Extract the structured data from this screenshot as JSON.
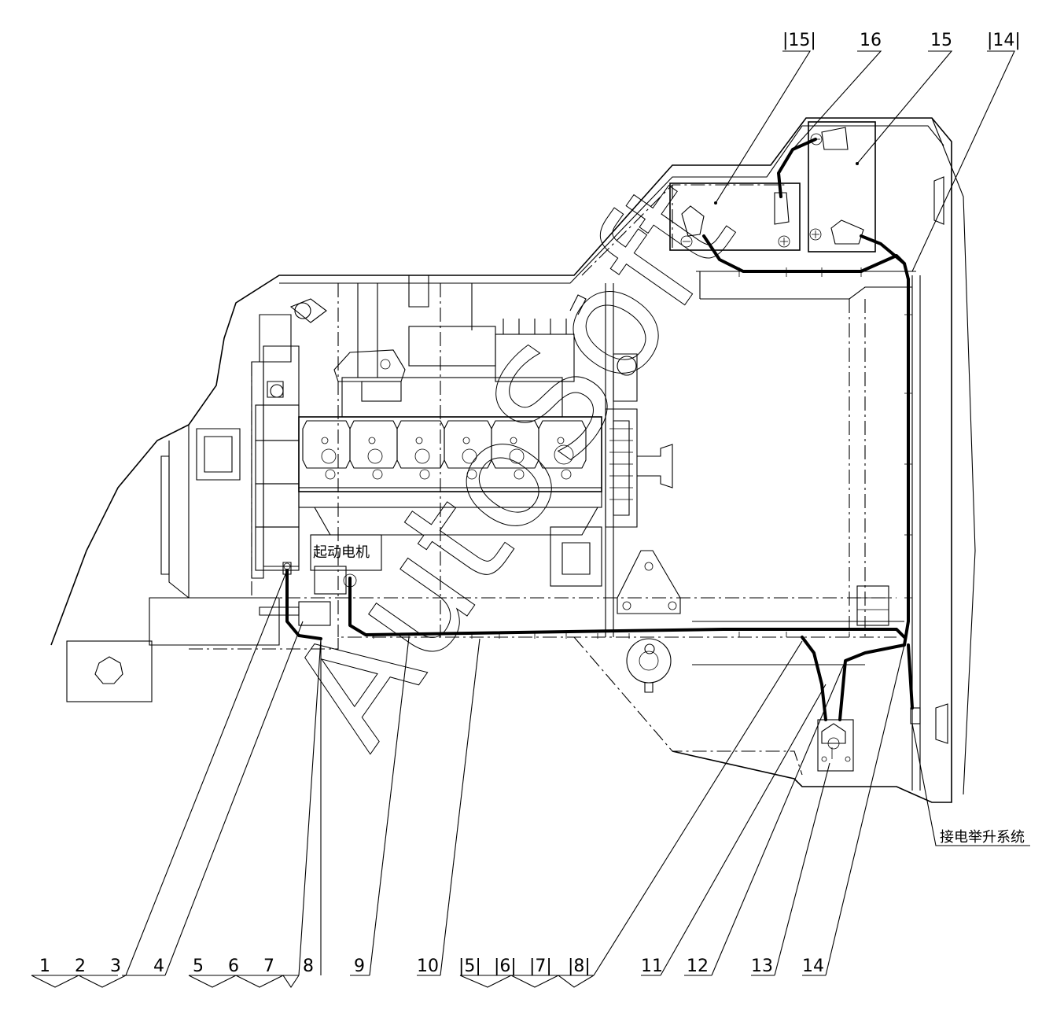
{
  "bottom_labels": [
    "1",
    "2",
    "3",
    "4",
    "5",
    "6",
    "7",
    "8",
    "9",
    "10",
    "|5|",
    "|6|",
    "|7|",
    "|8|",
    "11",
    "12",
    "13",
    "14"
  ],
  "top_labels": [
    "|15|",
    "16",
    "15",
    "|14|"
  ],
  "text": {
    "starter_motor": "起动电机",
    "to_lift_system": "接电举升系统",
    "watermark": "AutoSoft"
  },
  "battery_symbols": {
    "negative": "⊖",
    "positive": "⊕"
  }
}
